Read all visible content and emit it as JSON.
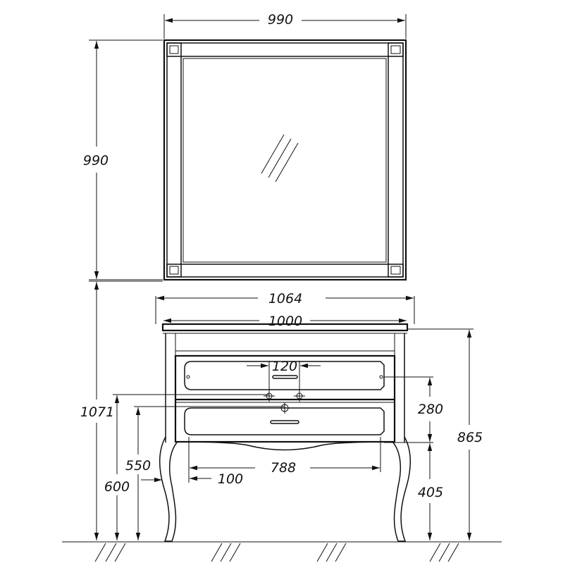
{
  "drawing": {
    "mirror": {
      "width_label": "990",
      "height_label": "990"
    },
    "vanity": {
      "top_width_label": "1064",
      "counter_width_label": "1000",
      "overall_height_label": "1071",
      "cabinet_height_label": "865",
      "tap_hole_spacing_label": "120",
      "drawer_height_label": "280",
      "leg_height_label": "405",
      "drain_height_label": "550",
      "side_height_label": "600",
      "inner_width_label": "788",
      "offset_label": "100"
    },
    "line_color": "#111111",
    "background_color": "#ffffff"
  }
}
